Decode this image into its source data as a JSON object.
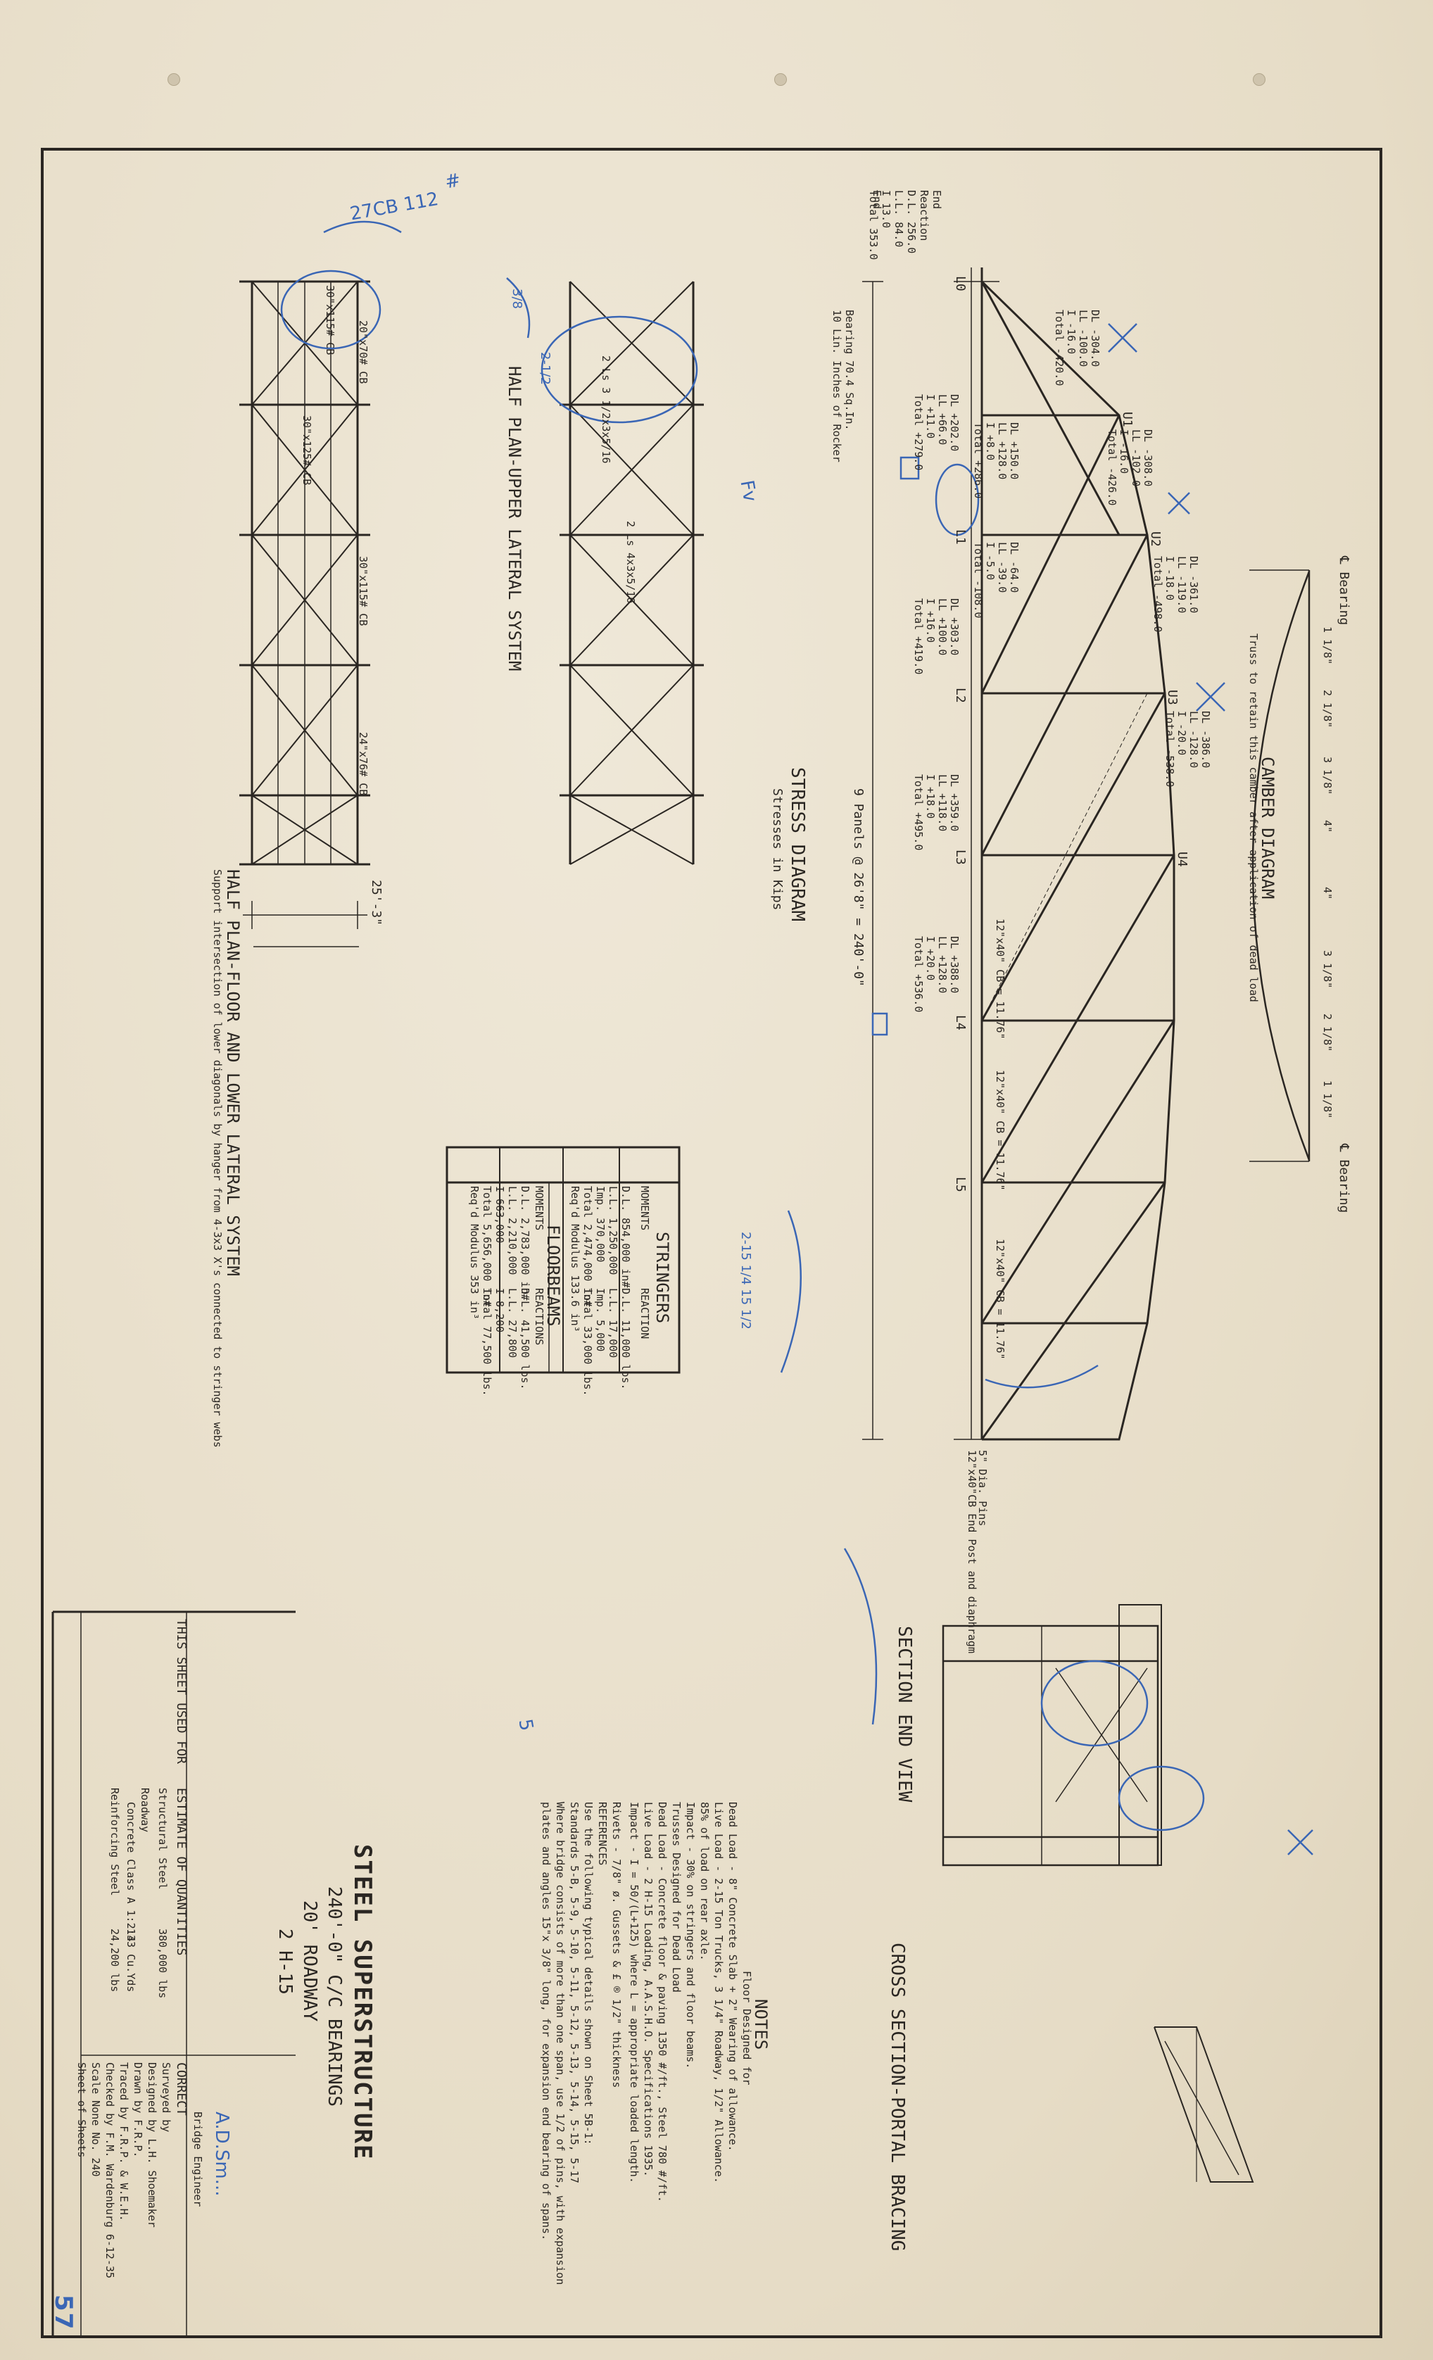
{
  "title_block": {
    "used_for": "THIS SHEET USED FOR",
    "estimate_heading": "ESTIMATE OF QUANTITIES",
    "quantities": [
      {
        "item": "Structural Steel",
        "value": "380,000 lbs"
      },
      {
        "item": "Roadway",
        "value": ""
      },
      {
        "item": "Concrete Class A 1:2:4",
        "value": "133 Cu.Yds"
      },
      {
        "item": "Reinforcing Steel",
        "value": "24,200 lbs"
      }
    ],
    "main_title": "STEEL SUPERSTRUCTURE",
    "span": "240'-0\" C/C BEARINGS",
    "roadway": "20' ROADWAY",
    "sheet_no": "2 H-15",
    "correct_label": "CORRECT",
    "signature": "A.D.Sm...",
    "signature_title": "Bridge Engineer",
    "credits": [
      "Surveyed by",
      "Designed by L.H. Shoemaker",
      "Drawn by F.R.P.",
      "Traced by F.R.P. & W.E.H.",
      "Checked by F.M. Wardenburg 6-12-35",
      "Scale None   No. 240",
      "Sheet   of   Sheets"
    ],
    "sheet_corner_number": "57"
  },
  "views": {
    "half_plan_lower": "HALF PLAN-FLOOR AND LOWER LATERAL SYSTEM",
    "half_plan_lower_note": "Support intersection of lower diagonals by hanger from 4-3x3 X's connected to stringer webs",
    "half_plan_upper": "HALF PLAN-UPPER LATERAL SYSTEM",
    "stress_diagram": "STRESS DIAGRAM",
    "stress_units": "Stresses in Kips",
    "panels": "9 Panels @ 26'8\" = 240'-0\"",
    "camber_diagram": "CAMBER DIAGRAM",
    "camber_note": "Truss to retain this camber after application of dead load",
    "bearing_top": "℄ Bearing",
    "bearing_bottom": "℄ Bearing",
    "camber_values": [
      "1 1/8\"",
      "2 1/8\"",
      "3 1/8\"",
      "4\"",
      "4\"",
      "3 1/8\"",
      "2 1/8\"",
      "1 1/8\""
    ],
    "section_end_view": "SECTION   END VIEW",
    "cross_section": "CROSS SECTION-PORTAL BRACING",
    "end_reaction": [
      "End",
      "Reaction",
      "D.L. 256.0",
      "L.L. 84.0",
      "I 13.0",
      "Total 353.0"
    ],
    "bearing_note": [
      "Bearing 70.4 Sq.In.",
      "10 Lin. Inches of Rocker"
    ],
    "end_pat": "12\"x40\"CB End Post and diaphragm",
    "pin_note": "5\" Dia. Pins",
    "width_dim": "25'-3\""
  },
  "truss_nodes_upper": [
    "U1",
    "U2",
    "U3",
    "U4"
  ],
  "truss_nodes_lower": [
    "L0",
    "L1",
    "L2",
    "L3",
    "L4",
    "L5"
  ],
  "stringers_table": {
    "title": "STRINGERS",
    "col1": "MOMENTS",
    "col2": "REACTION",
    "rows": [
      [
        "D.L. 854,000 in#",
        "D.L. 11,000 lbs."
      ],
      [
        "L.L. 1,250,000",
        "L.L. 17,000"
      ],
      [
        "Imp. 370,000",
        "Imp. 5,000"
      ],
      [
        "Total 2,474,000 in#",
        "Total 33,000 lbs."
      ],
      [
        "Req'd Modulus 133.6 in³",
        ""
      ]
    ],
    "title2": "FLOORBEAMS",
    "col3": "MOMENTS",
    "col4": "REACTIONS",
    "rows2": [
      [
        "D.L. 2,783,000 in#",
        "D.L. 41,500 lbs."
      ],
      [
        "L.L. 2,210,000",
        "L.L. 27,800"
      ],
      [
        "I 663,000",
        "I 8,200"
      ],
      [
        "Total 5,656,000 in#",
        "Total 77,500 lbs."
      ],
      [
        "Req'd Modulus 353 in³",
        ""
      ]
    ]
  },
  "notes": {
    "heading": "NOTES",
    "lines": [
      "Floor Designed for",
      "Dead Load - 8\" Concrete Slab + 2\" Wearing of allowance.",
      "Live Load - 2-15 Ton Trucks, 3 1/4\" Roadway, 1/2\" Allowance.",
      "                85% of load on rear axle.",
      "Impact    - 30% on stringers and floor beams.",
      "                Trusses Designed for Dead Load",
      "Dead Load - Concrete floor & paving 1350 #/ft., Steel 780 #/ft.",
      "Live Load - 2 H-15 Loading, A.A.S.H.O. Specifications 1935.",
      "Impact    - I = 50/(L+125) where L = appropriate loaded length.",
      "Rivets - 7/8\" ø.   Gussets & £ ® 1/2\" thickness",
      "                 REFERENCES",
      "Use the following typical details shown on Sheet 5B-1:",
      "Standards 5-B, 5-9, 5-10, 5-11, 5-12, 5-13, 5-14, 5-15, 5-17",
      "Where bridge consists of more than one span, use 1/2 of pins, with expansion",
      "plates and angles 15\"x 3/8\" long, for expansion end bearing of spans."
    ]
  },
  "upper_members": [
    "DL -304.0",
    "LL -100.0",
    "I -16.0",
    "Total -420.0",
    "DL -308.0",
    "LL -102.0",
    "I -16.0",
    "Total -426.0",
    "DL -361.0",
    "LL -119.0",
    "I -18.0",
    "Total -498.0",
    "DL -386.0",
    "LL -128.0",
    "I -20.0",
    "Total -538.0"
  ],
  "lower_members": [
    "DL +202.0",
    "LL +66.0",
    "I +11.0",
    "Total +279.0",
    "DL +303.0",
    "LL +100.0",
    "I +16.0",
    "Total +419.0",
    "DL +359.0",
    "LL +118.0",
    "I +18.0",
    "Total +495.0",
    "DL +388.0",
    "LL +128.0",
    "I +20.0",
    "Total +536.0"
  ],
  "verticals": [
    "DL +150.0",
    "LL +128.0",
    "I +8.0",
    "Total +286.0",
    "DL -64.0",
    "LL -39.0",
    "I -5.0",
    "Total -108.0"
  ],
  "floorbeam_tag": "12\"x40\" CB = 11.76\"",
  "lateral_tags": [
    "30\"x115# CB",
    "30\"x125# CB",
    "20\"x70# CB",
    "30\"x115# CB",
    "24\"x76# CB",
    "2 Ls 3 1/2x3x5/16",
    "2 Ls 4x3x5/16"
  ],
  "pencil_marks": [
    "27CB 112",
    "#",
    "Fv",
    "5",
    "2-1/2",
    "3/8",
    "2-15 1/4 15 1/2"
  ],
  "colors": {
    "paper": "#e9e1cf",
    "ink": "#2a2622",
    "pencil": "#3a66b5"
  }
}
